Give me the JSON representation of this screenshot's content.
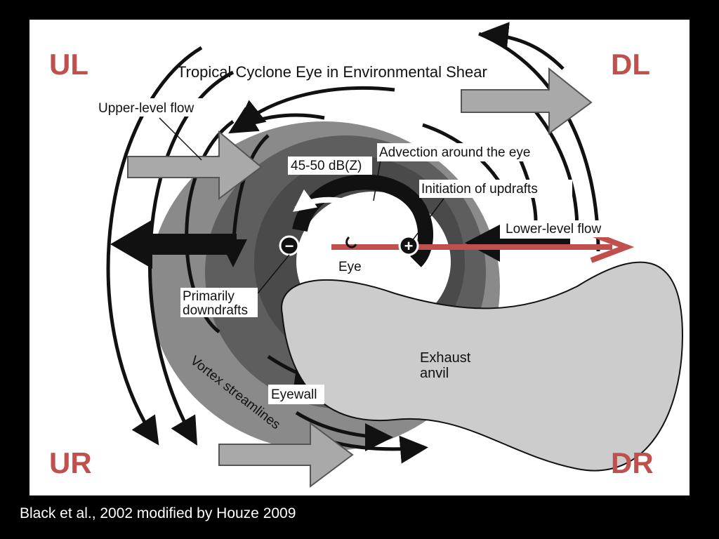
{
  "diagram": {
    "title": "Tropical Cyclone Eye in Environmental Shear",
    "labels": {
      "upper_level_flow": "Upper-level flow",
      "lower_level_flow": "Lower-level flow",
      "advection": "Advection around the eye",
      "reflectivity": "45-50 dB(Z)",
      "initiation": "Initiation of updrafts",
      "primarily": "Primarily",
      "downdrafts": "downdrafts",
      "eye": "Eye",
      "exhaust": "Exhaust",
      "anvil": "anvil",
      "eyewall": "Eyewall",
      "vortex_streamlines": "Vortex streamlines",
      "minus_sign": "−",
      "plus_sign": "+"
    },
    "quadrants": {
      "ul": "UL",
      "dl": "DL",
      "ur": "UR",
      "dr": "DR"
    },
    "colors": {
      "quadrant_text": "#c0504d",
      "shear_arrow": "#c0504d",
      "outer_shading": "#8a8a8a",
      "inner_shading": "#5e5e5e",
      "anvil": "#cccccc",
      "flow_arrow": "#a9a9a9"
    }
  },
  "caption": "Black et al., 2002 modified by Houze 2009"
}
